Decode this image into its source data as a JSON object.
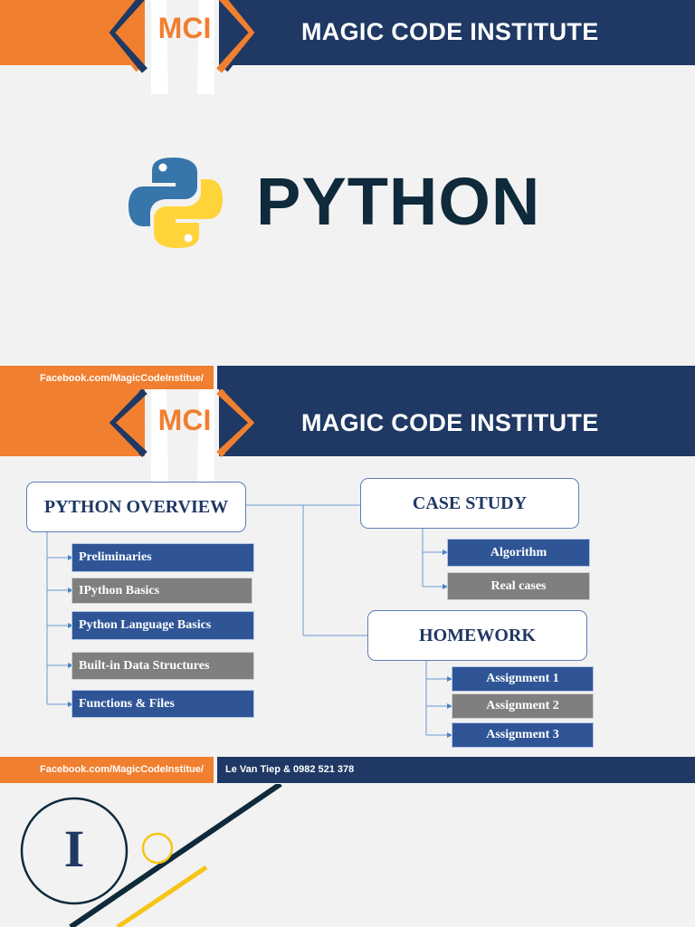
{
  "colors": {
    "orange": "#f07f2f",
    "navy": "#1f3864",
    "item_blue": "#2f5597",
    "item_gray": "#7f7f7f",
    "python_blue": "#3776ab",
    "python_yellow": "#ffd43b",
    "dark_text": "#0e2a3b",
    "gold": "#f5c518"
  },
  "slide1": {
    "logo_text": "MCI",
    "institute_title": "MAGIC CODE INSTITUTE",
    "python_logo_icon": "python-logo-icon",
    "title": "PYTHON"
  },
  "slide2": {
    "facebook_top": "Facebook.com/MagicCodeInstitue/",
    "logo_text": "MCI",
    "institute_title": "MAGIC CODE INSTITUTE",
    "overview": {
      "title": "PYTHON OVERVIEW",
      "items": [
        "Preliminaries",
        "IPython Basics",
        "Python Language Basics",
        "Built-in Data Structures",
        "Functions & Files"
      ]
    },
    "case_study": {
      "title": "CASE STUDY",
      "items": [
        "Algorithm",
        "Real cases"
      ]
    },
    "homework": {
      "title": "HOMEWORK",
      "items": [
        "Assignment 1",
        "Assignment 2",
        "Assignment 3"
      ]
    },
    "footer_facebook": "Facebook.com/MagicCodeInstitue/",
    "footer_author": "Le Van Tiep & 0982 521 378"
  },
  "slide3": {
    "section_numeral": "I"
  }
}
